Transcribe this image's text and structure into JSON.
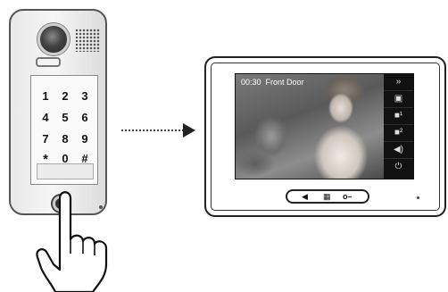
{
  "door_station": {
    "keypad_keys": [
      "1",
      "2",
      "3",
      "4",
      "5",
      "6",
      "7",
      "8",
      "9",
      "*",
      "0",
      "#"
    ],
    "call_button_icon": "speaker-icon"
  },
  "monitor": {
    "osd_time": "00:30",
    "osd_label": "Front Door",
    "menu_icons": [
      "fast-forward-icon",
      "camera-icon",
      "unlock-1-icon",
      "unlock-2-icon",
      "volume-icon",
      "power-icon"
    ],
    "control_icons": [
      "talk-icon",
      "memo-icon",
      "key-icon"
    ]
  },
  "colors": {
    "frame": "#222222",
    "screen_bg": "#333333",
    "menu_bg": "#111111"
  }
}
